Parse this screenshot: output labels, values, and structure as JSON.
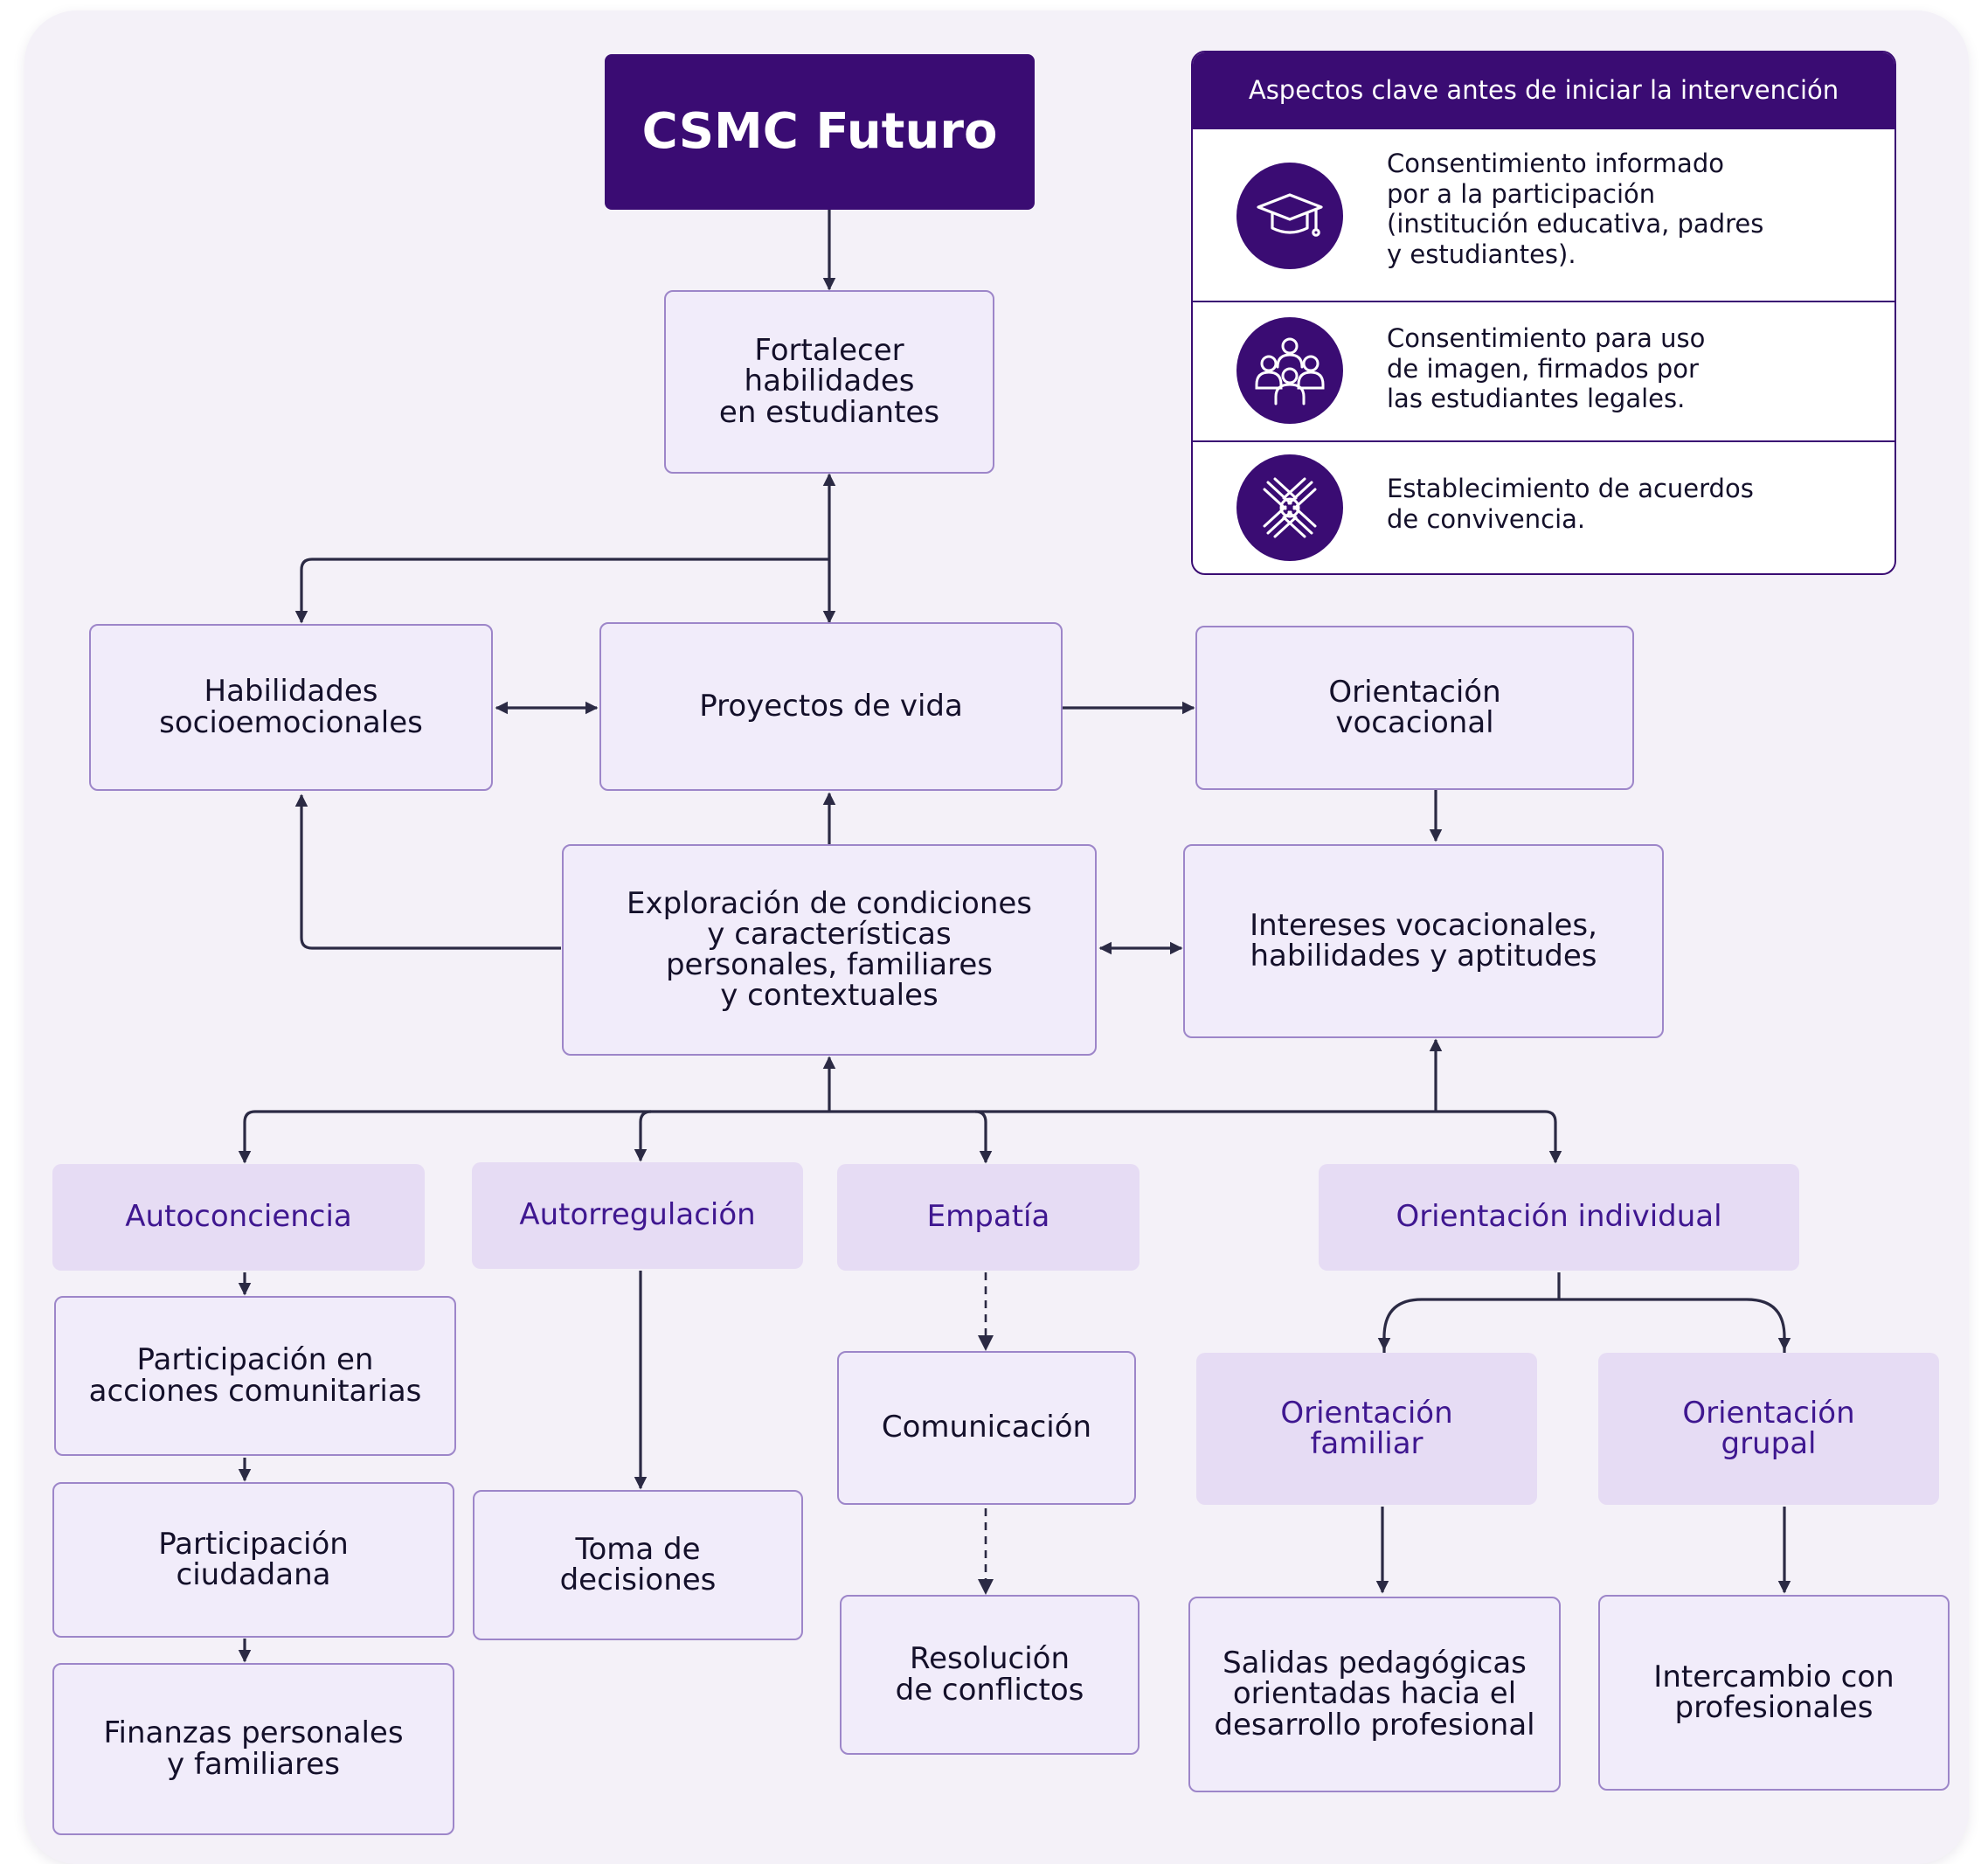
{
  "title": "CSMC Futuro",
  "nodes": {
    "fortalecer": "Fortalecer\nhabilidades\nen estudiantes",
    "habilidades_socio": "Habilidades\nsocioemocionales",
    "proyectos": "Proyectos de vida",
    "orientacion_vocacional": "Orientación\nvocacional",
    "exploracion": "Exploración de condiciones\ny características\npersonales, familiares\ny contextuales",
    "intereses": "Intereses vocacionales,\nhabilidades y aptitudes",
    "autoconciencia": "Autoconciencia",
    "autorregulacion": "Autorregulación",
    "empatia": "Empatía",
    "orientacion_individual": "Orientación individual",
    "participacion_comunitarias": "Participación en\nacciones comunitarias",
    "participacion_ciudadana": "Participación\nciudadana",
    "finanzas": "Finanzas personales\ny familiares",
    "toma_decisiones": "Toma de\ndecisiones",
    "comunicacion": "Comunicación",
    "resolucion": "Resolución\nde conflictos",
    "orientacion_familiar": "Orientación\nfamiliar",
    "orientacion_grupal": "Orientación\ngrupal",
    "salidas": "Salidas pedagógicas\norientadas hacia el\ndesarrollo profesional",
    "intercambio": "Intercambio con\nprofesionales"
  },
  "legend": {
    "header": "Aspectos clave antes de iniciar la intervención",
    "items": [
      {
        "icon": "graduation-cap-icon",
        "text": "Consentimiento informado\npor a la participación\n(institución educativa, padres\ny estudiantes)."
      },
      {
        "icon": "group-icon",
        "text": "Consentimiento para uso\nde imagen, firmados por\nlas estudiantes legales."
      },
      {
        "icon": "hands-together-icon",
        "text": "Establecimiento de acuerdos\nde convivencia."
      }
    ]
  },
  "colors": {
    "primary": "#3a0c73",
    "box_fill": "#f1ecfa",
    "box_border": "#9d86c9",
    "category_fill": "#e6dcf4",
    "category_text": "#3f1790",
    "background": "#f4f1f8",
    "connector": "#2b2a44"
  }
}
